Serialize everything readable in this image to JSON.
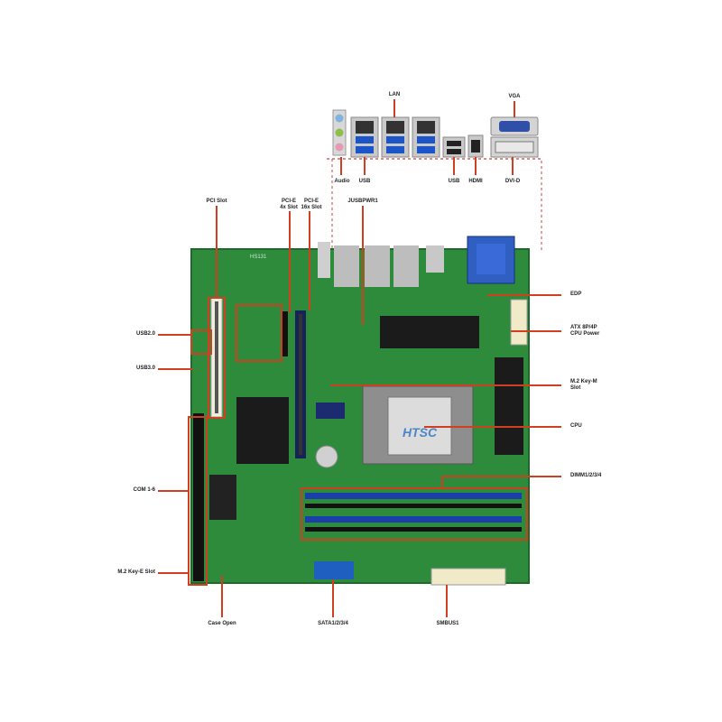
{
  "board": {
    "model": "HS131",
    "logo_text": "HTSC",
    "colors": {
      "pcb": "#2e8b3c",
      "callout": "#d04020",
      "dimm": "#1b3fa8",
      "heatsink": "#1b1b1b",
      "slot": "#1a2f80"
    }
  },
  "io_labels": {
    "lan": "LAN",
    "vga": "VGA",
    "audio": "Audio",
    "usb_left": "USB",
    "usb_mid": "USB",
    "hdmi": "HDMI",
    "dvi": "DVI-D"
  },
  "top_labels": {
    "pci_slot": "PCI Slot",
    "pcie4": "PCI-E\n4x Slot",
    "pcie16": "PCI-E\n16x Slot",
    "usbpwr": "JUSBPWR1"
  },
  "left_labels": {
    "usb2": "USB2.0",
    "usb3": "USB3.0",
    "com": "COM 1-6",
    "m2e": "M.2 Key-E Slot"
  },
  "right_labels": {
    "edp": "EDP",
    "atx": "ATX 8P/4P\nCPU Power",
    "m2m": "M.2 Key-M\nSlot",
    "cpu": "CPU",
    "dimm": "DIMM1/2/3/4"
  },
  "bottom_labels": {
    "case_open": "Case Open",
    "sata": "SATA1/2/3/4",
    "smbus": "SMBUS1"
  }
}
